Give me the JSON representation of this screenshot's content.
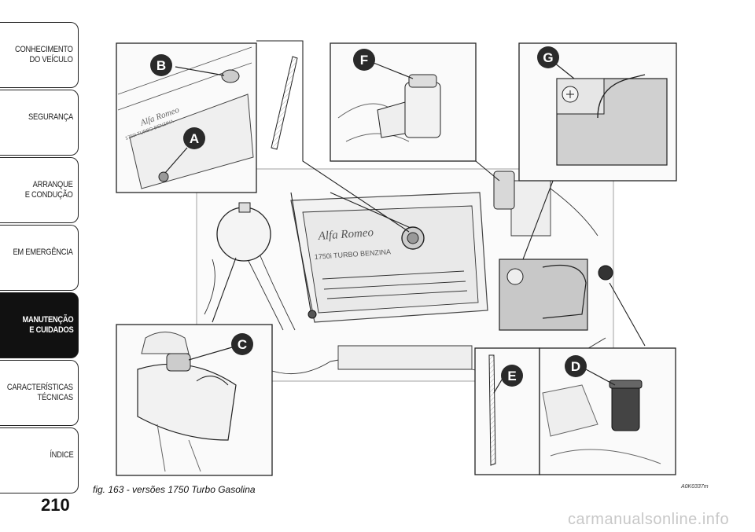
{
  "sidebar": {
    "tabs": [
      {
        "label": "CONHECIMENTO\nDO VEÍCULO",
        "active": false
      },
      {
        "label": "SEGURANÇA",
        "active": false
      },
      {
        "label": "ARRANQUE\nE CONDUÇÃO",
        "active": false
      },
      {
        "label": "EM EMERGÊNCIA",
        "active": false
      },
      {
        "label": "MANUTENÇÃO\nE CUIDADOS",
        "active": true
      },
      {
        "label": "CARACTERÍSTICAS\nTÉCNICAS",
        "active": false
      },
      {
        "label": "ÍNDICE",
        "active": false
      }
    ]
  },
  "page": {
    "number": "210"
  },
  "figure": {
    "caption": "fig. 163 - versões 1750 Turbo Gasolina",
    "code": "A0K0337m",
    "engine_text": {
      "brand": "Alfa Romeo",
      "model": "1750i  TURBO BENZINA"
    },
    "callouts": [
      "A",
      "B",
      "C",
      "D",
      "E",
      "F",
      "G"
    ]
  },
  "watermark": "carmanualsonline.info",
  "colors": {
    "ink": "#222222",
    "tab_active": "#111111",
    "callout": "#2a2a2a",
    "watermark": "#c8c8c8"
  }
}
